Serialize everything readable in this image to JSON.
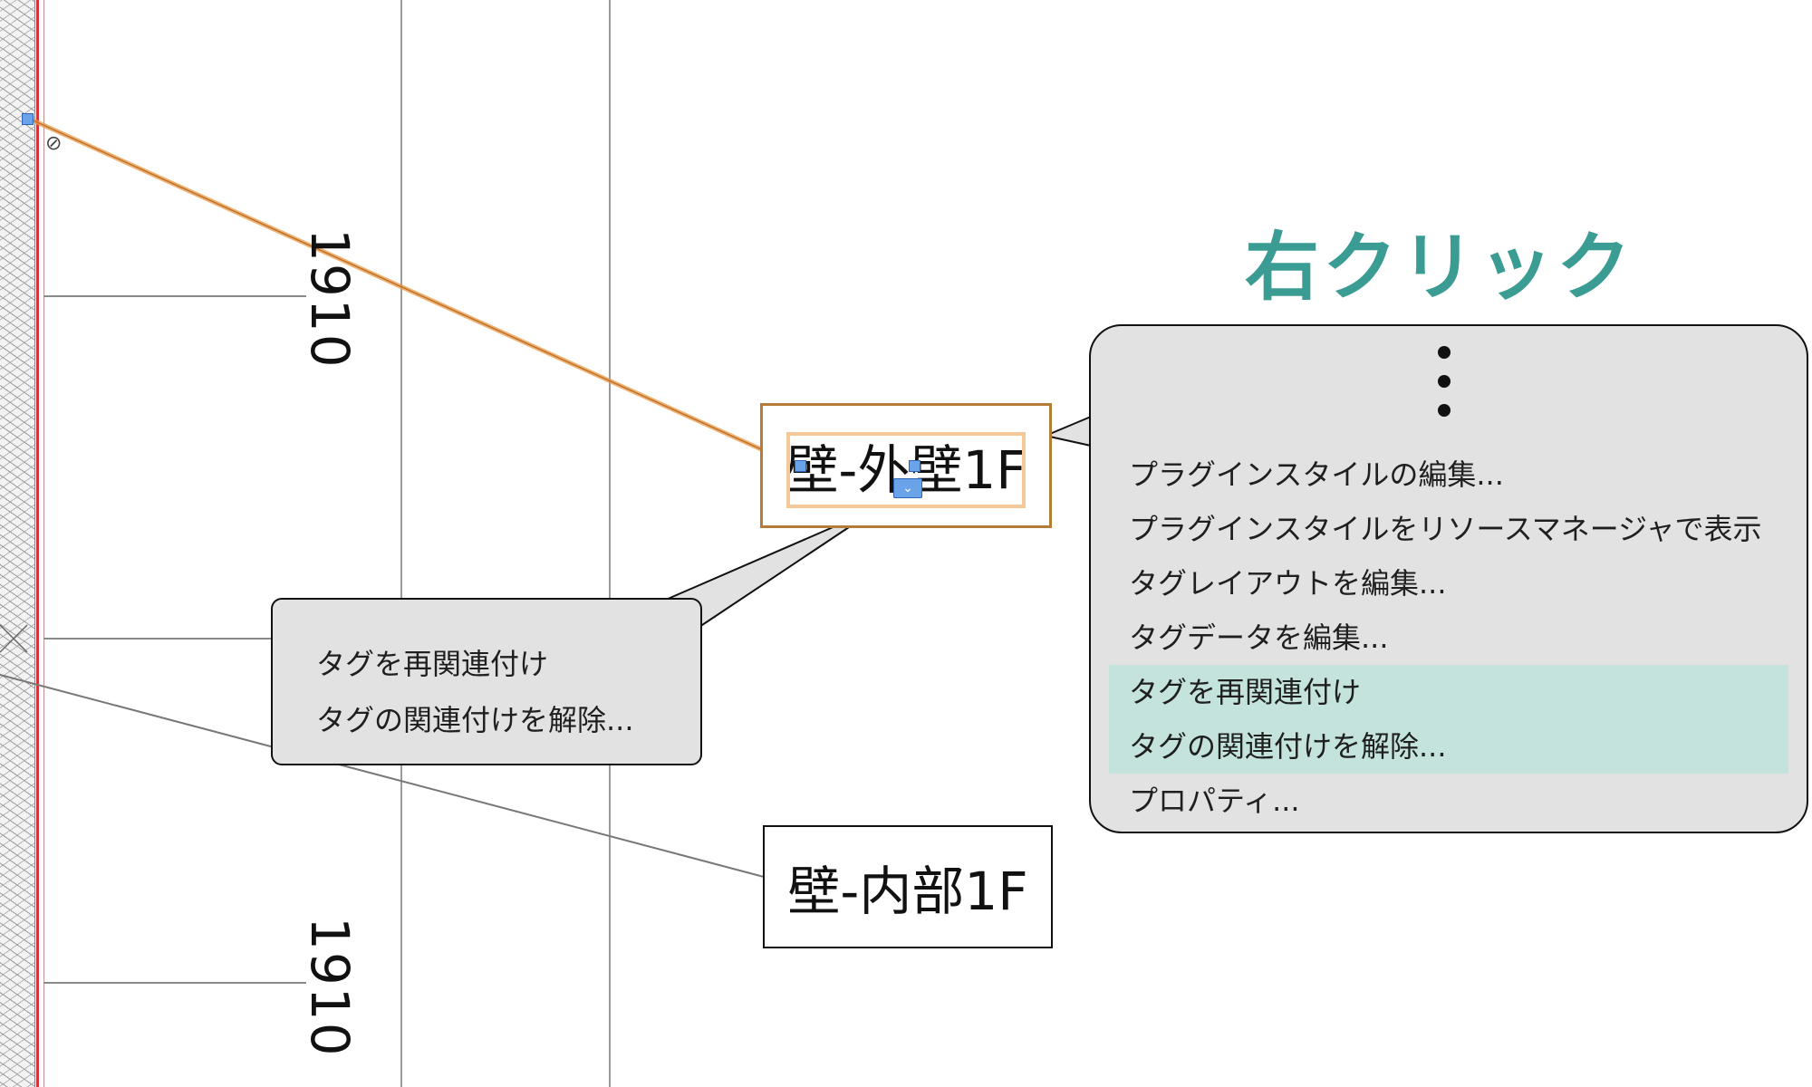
{
  "annotation": {
    "title": "右クリック",
    "title_color": "#3a9c92"
  },
  "drawing": {
    "dimension_labels": [
      "1910",
      "1910"
    ],
    "tags": {
      "exterior": "壁-外壁1F",
      "interior": "壁-内部1F"
    }
  },
  "callout_menu_small": {
    "items": [
      {
        "label": "タグを再関連付け"
      },
      {
        "label": "タグの関連付けを解除..."
      }
    ]
  },
  "context_menu": {
    "items": [
      {
        "label": "プラグインスタイルの編集...",
        "highlighted": false
      },
      {
        "label": "プラグインスタイルをリソースマネージャで表示",
        "highlighted": false
      },
      {
        "label": "タグレイアウトを編集...",
        "highlighted": false
      },
      {
        "label": "タグデータを編集...",
        "highlighted": false
      },
      {
        "label": "タグを再関連付け",
        "highlighted": true
      },
      {
        "label": "タグの関連付けを解除...",
        "highlighted": true
      },
      {
        "label": "プロパティ...",
        "highlighted": false
      }
    ],
    "highlight_color": "#c3e3dc"
  },
  "icons": {
    "link": "link-icon",
    "dropdown": "chevron-down-icon"
  }
}
